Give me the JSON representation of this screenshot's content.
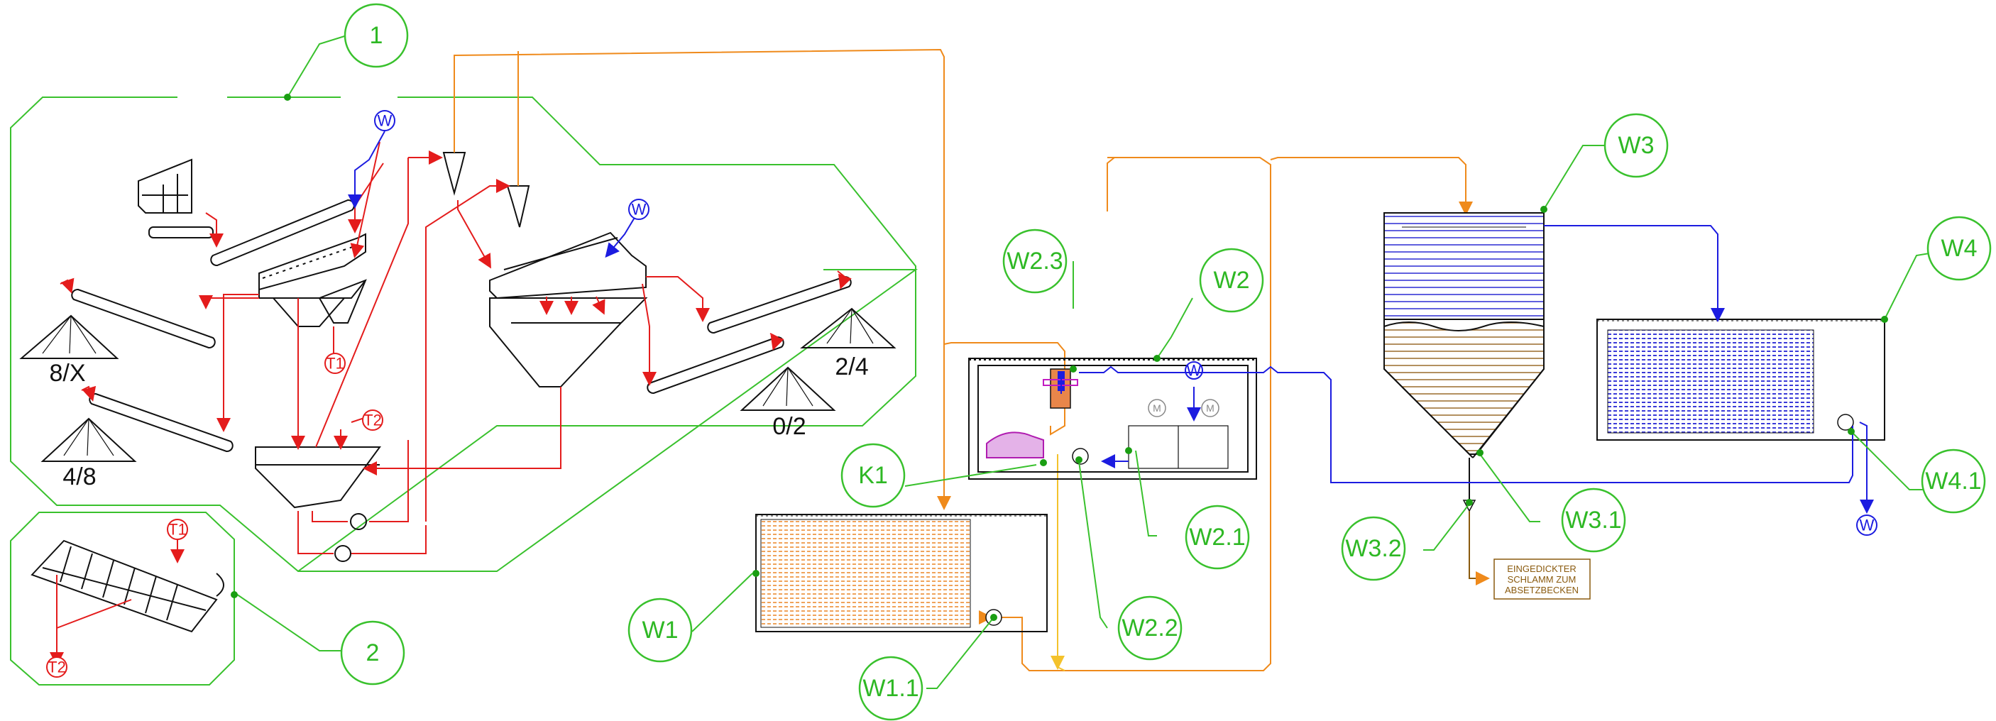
{
  "labels": {
    "n1": "1",
    "n2": "2",
    "W1": "W1",
    "W1_1": "W1.1",
    "W2": "W2",
    "W2_1": "W2.1",
    "W2_2": "W2.2",
    "W2_3": "W2.3",
    "W3": "W3",
    "W3_1": "W3.1",
    "W3_2": "W3.2",
    "W4": "W4",
    "W4_1": "W4.1",
    "K1": "K1"
  },
  "stockpiles": {
    "s8x": "8/X",
    "s48": "4/8",
    "s24": "2/4",
    "s02": "0/2"
  },
  "markers": {
    "water": "W",
    "t1": "T1",
    "t2": "T2",
    "motor": "M"
  },
  "note": {
    "line1": "EINGEDICKTER",
    "line2": "SCHLAMM ZUM",
    "line3": "ABSETZBECKEN"
  },
  "colors": {
    "label_green": "#39c12d",
    "orange_line": "#ef8a1b",
    "blue_line": "#1c1ce0",
    "red_line": "#e41c1c",
    "yellow_line": "#f4c22b",
    "sludge_brown": "#8a5a0e"
  }
}
